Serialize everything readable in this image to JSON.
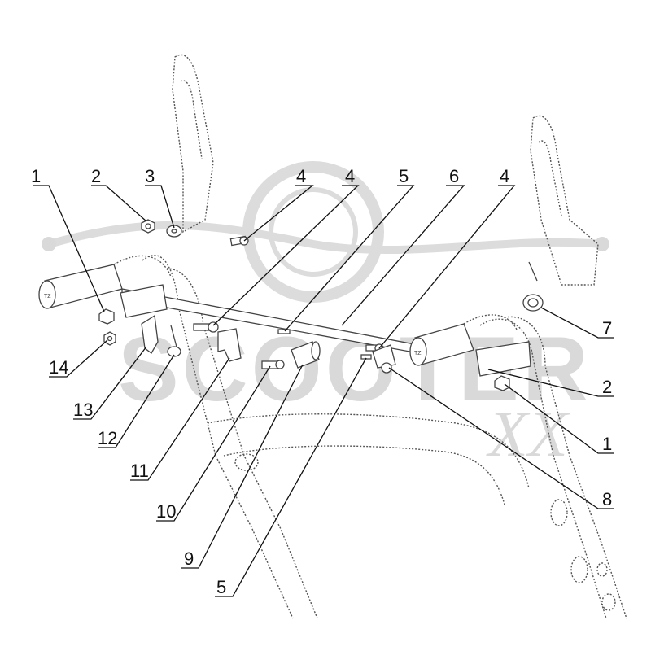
{
  "watermark": {
    "brand_text": "SCOOTER",
    "suffix_text": "XX"
  },
  "callouts": [
    {
      "id": "c1a",
      "label": "1"
    },
    {
      "id": "c2a",
      "label": "2"
    },
    {
      "id": "c3",
      "label": "3"
    },
    {
      "id": "c4a",
      "label": "4"
    },
    {
      "id": "c4b",
      "label": "4"
    },
    {
      "id": "c5a",
      "label": "5"
    },
    {
      "id": "c6",
      "label": "6"
    },
    {
      "id": "c4c",
      "label": "4"
    },
    {
      "id": "c7",
      "label": "7"
    },
    {
      "id": "c2b",
      "label": "2"
    },
    {
      "id": "c1b",
      "label": "1"
    },
    {
      "id": "c8",
      "label": "8"
    },
    {
      "id": "c14",
      "label": "14"
    },
    {
      "id": "c13",
      "label": "13"
    },
    {
      "id": "c12",
      "label": "12"
    },
    {
      "id": "c11",
      "label": "11"
    },
    {
      "id": "c10",
      "label": "10"
    },
    {
      "id": "c9",
      "label": "9"
    },
    {
      "id": "c5b",
      "label": "5"
    }
  ],
  "grip_marking": "TZ",
  "colors": {
    "line": "#111111",
    "watermark": "#d9d9d9",
    "background": "#ffffff"
  }
}
